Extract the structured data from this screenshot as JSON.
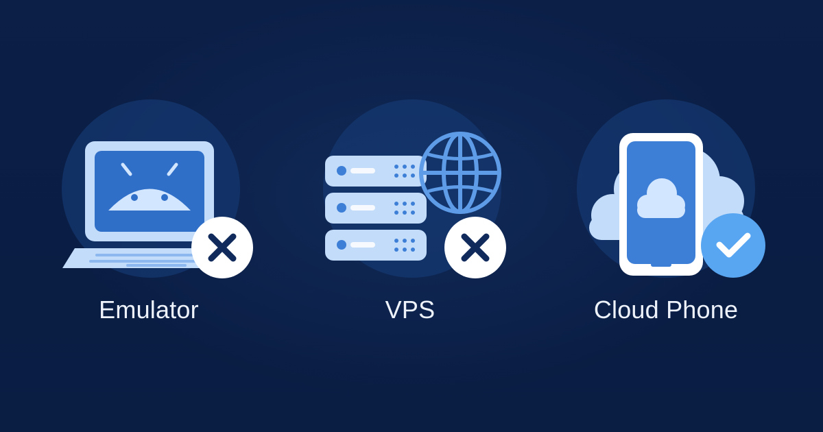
{
  "items": [
    {
      "id": "emulator",
      "label": "Emulator",
      "badge": "close-icon",
      "status": "not-recommended",
      "main_icon": "laptop-android-icon"
    },
    {
      "id": "vps",
      "label": "VPS",
      "badge": "close-icon",
      "status": "not-recommended",
      "main_icon": "server-globe-icon"
    },
    {
      "id": "cloud-phone",
      "label": "Cloud Phone",
      "badge": "check-icon",
      "status": "recommended",
      "main_icon": "phone-cloud-icon"
    }
  ],
  "colors": {
    "background": "#0b1f45",
    "circle": "#163a74",
    "icon_light": "#bcd8fb",
    "icon_mid": "#5f9ce8",
    "icon_dark": "#2f6fc8",
    "badge_white": "#ffffff",
    "badge_check": "#58a6f1",
    "badge_x": "#102a5c",
    "label": "#eef3fb"
  }
}
